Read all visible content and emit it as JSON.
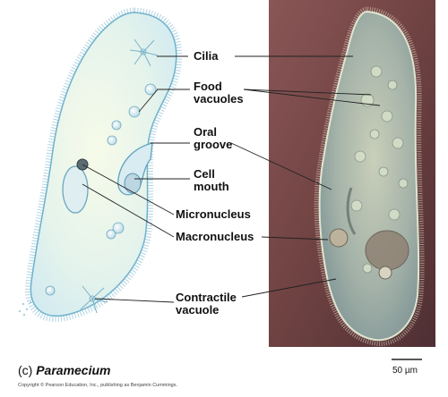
{
  "labels": {
    "cilia": "Cilia",
    "food_vacuoles_line1": "Food",
    "food_vacuoles_line2": "vacuoles",
    "oral_groove_line1": "Oral",
    "oral_groove_line2": "groove",
    "cell_mouth_line1": "Cell",
    "cell_mouth_line2": "mouth",
    "micronucleus": "Micronucleus",
    "macronucleus": "Macronucleus",
    "contractile_vacuole_line1": "Contractile",
    "contractile_vacuole_line2": "vacuole"
  },
  "caption": {
    "prefix": "(c) ",
    "name": "Paramecium"
  },
  "copyright": "Copyright © Pearson Education, Inc., publishing as Benjamin Cummings.",
  "scale_bar": "50 µm",
  "colors": {
    "drawing_body": "#eaf6f0",
    "drawing_outline": "#8fc3d6",
    "photo_background": "#7a4848",
    "photo_cell": "#a9b7b0",
    "leader_line": "#222222"
  }
}
